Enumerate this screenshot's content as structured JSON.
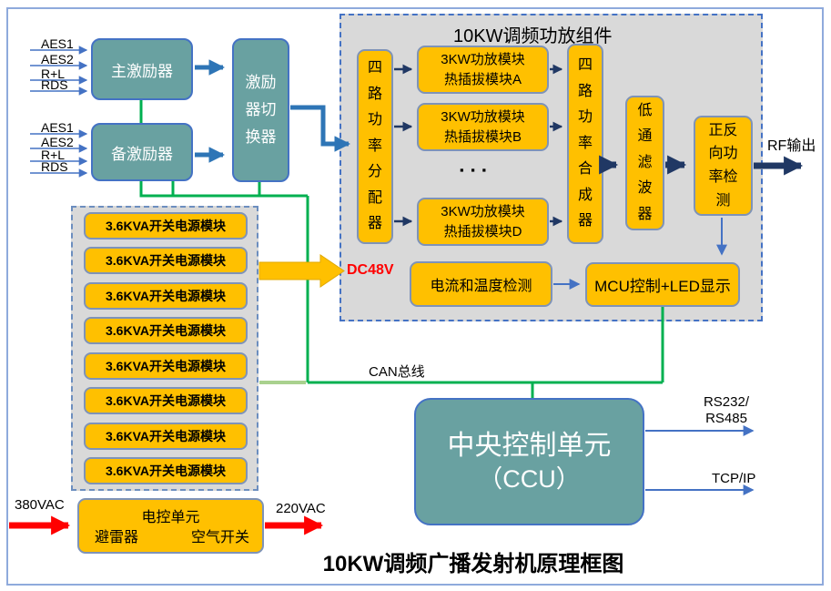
{
  "title": "10KW调频广播发射机原理框图",
  "inputs": {
    "labels": [
      "AES1",
      "AES2",
      "R+L",
      "RDS"
    ]
  },
  "exciter": {
    "main": "主激励器",
    "backup": "备激励器",
    "switcher": "激励器切换器"
  },
  "assembly": {
    "title": "10KW调频功放组件",
    "divider": "四路功率分配器",
    "module_a": "3KW功放模块\n热插拔模块A",
    "module_b": "3KW功放模块\n热插拔模块B",
    "ellipsis": "▪ ▪ ▪",
    "module_d": "3KW功放模块\n热插拔模块D",
    "combiner": "四路功率合成器",
    "lpf": "低通滤波器",
    "detector": "正反向功率检测",
    "current_temp": "电流和温度检测",
    "mcu": "MCU控制+LED显示"
  },
  "power": {
    "modules": [
      "3.6KVA开关电源模块",
      "3.6KVA开关电源模块",
      "3.6KVA开关电源模块",
      "3.6KVA开关电源模块",
      "3.6KVA开关电源模块",
      "3.6KVA开关电源模块",
      "3.6KVA开关电源模块",
      "3.6KVA开关电源模块"
    ]
  },
  "mains": {
    "unit_title": "电控单元",
    "arrester": "避雷器",
    "breaker": "空气开关",
    "in_label": "380VAC",
    "out_label": "220VAC"
  },
  "ccu": {
    "line1": "中央控制单元",
    "line2": "（CCU）"
  },
  "links": {
    "rf": "RF输出",
    "dc": "DC48V",
    "can": "CAN总线",
    "serial": "RS232/\nRS485",
    "tcp": "TCP/IP"
  },
  "colors": {
    "teal": "#69A1A1",
    "gold": "#FFC000",
    "panel_gray": "#D9D9D9",
    "navy_arrow": "#203864",
    "blue_arrow": "#4472C4",
    "thick_blue": "#2E75B6",
    "green_bus": "#00B050",
    "light_green": "#A9D18E",
    "red": "#FF0000"
  }
}
